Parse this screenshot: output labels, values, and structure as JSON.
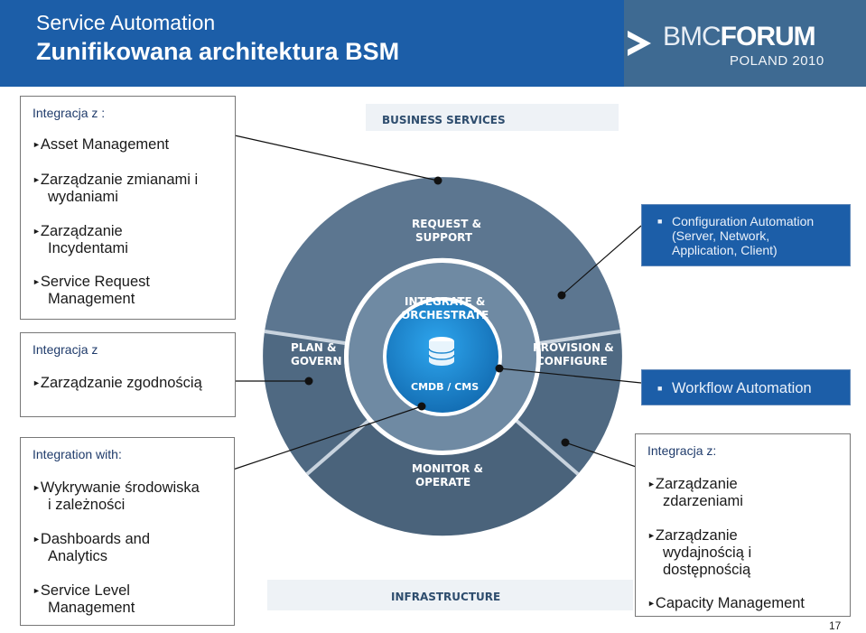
{
  "header": {
    "title_line1": "Service Automation",
    "title_line2": "Zunifikowana architektura BSM",
    "logo_part1": "BMC",
    "logo_part2": "FORUM",
    "logo_sub": "POLAND 2010"
  },
  "colors": {
    "header_blue": "#1c5ea8",
    "logo_box": "#3e6a92",
    "ring_light": "#b9c9d8",
    "ring_dark": "#52687f",
    "center_blue": "#1e88d0"
  },
  "box_top_left": {
    "heading": "Integracja z :",
    "items": [
      [
        "Asset Management"
      ],
      [
        "Zarządzanie zmianami i",
        "wydaniami"
      ],
      [
        "Zarządzanie",
        "Incydentami"
      ],
      [
        "Service Request",
        "Management"
      ]
    ]
  },
  "box_mid_left": {
    "heading": "Integracja z",
    "items": [
      [
        "Zarządzanie zgodnością"
      ]
    ]
  },
  "box_bottom_left": {
    "heading": "Integration with:",
    "items": [
      [
        "Wykrywanie środowiska",
        "i zależności"
      ],
      [
        "Dashboards and",
        "Analytics"
      ],
      [
        "Service Level",
        "Management"
      ]
    ]
  },
  "box_bottom_right": {
    "heading": "Integracja z:",
    "items": [
      [
        "Zarządzanie",
        "zdarzeniami"
      ],
      [
        "Zarządzanie",
        "wydajnością i",
        "dostępnością"
      ],
      [
        "Capacity Management"
      ]
    ]
  },
  "blue_top_right": {
    "lines": [
      "Configuration Automation",
      "(Server, Network,",
      "Application, Client)"
    ]
  },
  "blue_mid_right": {
    "lines": [
      "Workflow Automation"
    ]
  },
  "diagram": {
    "business_services": "BUSINESS SERVICES",
    "infrastructure": "INFRASTRUCTURE",
    "request_support": [
      "REQUEST &",
      "SUPPORT"
    ],
    "integrate_orchestrate": [
      "INTEGRATE &",
      "ORCHESTRATE"
    ],
    "plan_govern": [
      "PLAN &",
      "GOVERN"
    ],
    "provision_configure": [
      "PROVISION &",
      "CONFIGURE"
    ],
    "monitor_operate": [
      "MONITOR &",
      "OPERATE"
    ],
    "cmdb": "CMDB / CMS"
  },
  "page_number": "17"
}
